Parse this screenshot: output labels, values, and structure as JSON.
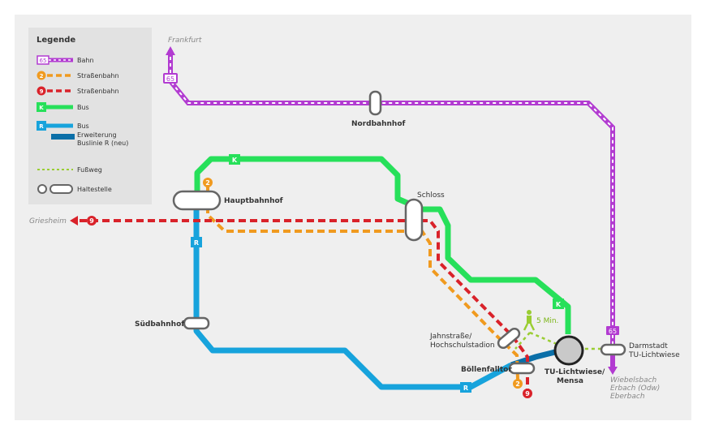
{
  "legend": {
    "title": "Legende",
    "items": [
      {
        "badge": "65",
        "label": "Bahn",
        "color": "#b23bd1"
      },
      {
        "badge": "2",
        "label": "Straßenbahn",
        "color": "#f09a1f"
      },
      {
        "badge": "9",
        "label": "Straßenbahn",
        "color": "#d9222a"
      },
      {
        "badge": "K",
        "label": "Bus",
        "color": "#27e05a"
      },
      {
        "badge": "R",
        "label": "Bus",
        "color": "#17a3dc"
      },
      {
        "label": "Erweiterung"
      },
      {
        "label": "Buslinie R (neu)",
        "color": "#0b6fa8"
      },
      {
        "label": "Fußweg",
        "color": "#9acd32"
      },
      {
        "label": "Haltestelle"
      }
    ]
  },
  "stations": {
    "nordbahnhof": "Nordbahnhof",
    "hauptbahnhof": "Hauptbahnhof",
    "schloss": "Schloss",
    "suedbahnhof": "Südbahnhof",
    "jahnstrasse_1": "Jahnstraße/",
    "jahnstrasse_2": "Hochschulstadion",
    "boellenfalltor": "Böllenfalltor",
    "tu_mensa_1": "TU-Lichtwiese/",
    "tu_mensa_2": "Mensa",
    "darmstadt_1": "Darmstadt",
    "darmstadt_2": "TU-Lichtwiese"
  },
  "destinations": {
    "frankfurt": "Frankfurt",
    "griesheim": "Griesheim",
    "south_1": "Wiebelsbach",
    "south_2": "Erbach (Odw)",
    "south_3": "Eberbach"
  },
  "walk": "5 Min.",
  "line_badges": {
    "bahn": "65",
    "tram_orange": "2",
    "tram_red": "9",
    "bus_green": "K",
    "bus_blue": "R"
  }
}
